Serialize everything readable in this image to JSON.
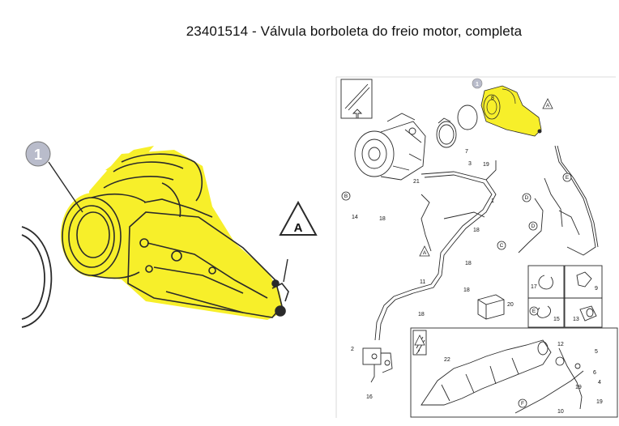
{
  "title": "23401514 - Válvula borboleta do freio motor, completa",
  "detail": {
    "callout": "1",
    "ref_tag": "A"
  },
  "overview": {
    "callout": "1",
    "tags": {
      "a1": "A",
      "a2": "A",
      "b": "B",
      "c": "C",
      "d1": "D",
      "d2": "D",
      "e1": "E",
      "e2": "E",
      "f": "F"
    },
    "numbers": {
      "n1": "1",
      "n2": "2",
      "n3": "3",
      "n4": "4",
      "n5": "5",
      "n6": "6",
      "n7": "7",
      "n8": "8",
      "n9": "9",
      "n10": "10",
      "n11": "11",
      "n12": "12",
      "n13": "13",
      "n14": "14",
      "n15": "15",
      "n16": "16",
      "n17": "17",
      "n18a": "18",
      "n18b": "18",
      "n18c": "18",
      "n18d": "18",
      "n18e": "18",
      "n19a": "19",
      "n19b": "19",
      "n19c": "19",
      "n20": "20",
      "n21": "21",
      "n22": "22"
    }
  },
  "colors": {
    "highlight": "#f7ef2a",
    "line": "#2a2a2a",
    "callout_fill": "#b9bccb"
  }
}
